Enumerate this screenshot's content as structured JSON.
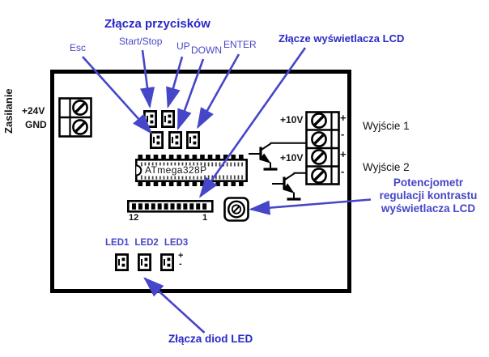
{
  "power": {
    "section_label": "Zasilanie",
    "terminals": [
      "+24V",
      "GND"
    ]
  },
  "buttons": {
    "title": "Złącza przycisków",
    "labels": [
      "Esc",
      "Start/Stop",
      "UP",
      "DOWN",
      "ENTER"
    ]
  },
  "ic": {
    "label": "ATmega328P"
  },
  "lcd": {
    "title": "Złącze wyświetlacza LCD",
    "pin_left": "12",
    "pin_right": "1"
  },
  "potentiometer": {
    "label_lines": [
      "Potencjometr",
      "regulacji kontrastu",
      "wyświetlacza LCD"
    ]
  },
  "outputs": {
    "labels": [
      "Wyjście 1",
      "Wyjście 2"
    ],
    "voltage_labels": [
      "+10V",
      "+10V"
    ],
    "polarity": [
      "+",
      "-",
      "+",
      "-"
    ]
  },
  "leds": {
    "labels": [
      "LED1",
      "LED2",
      "LED3"
    ],
    "plus": "+",
    "minus": "-",
    "title": "Złącza diod LED"
  },
  "colors": {
    "title_blue": "#2929c8",
    "label_blue": "#4646c8",
    "line_black": "#000000",
    "background": "#ffffff"
  }
}
